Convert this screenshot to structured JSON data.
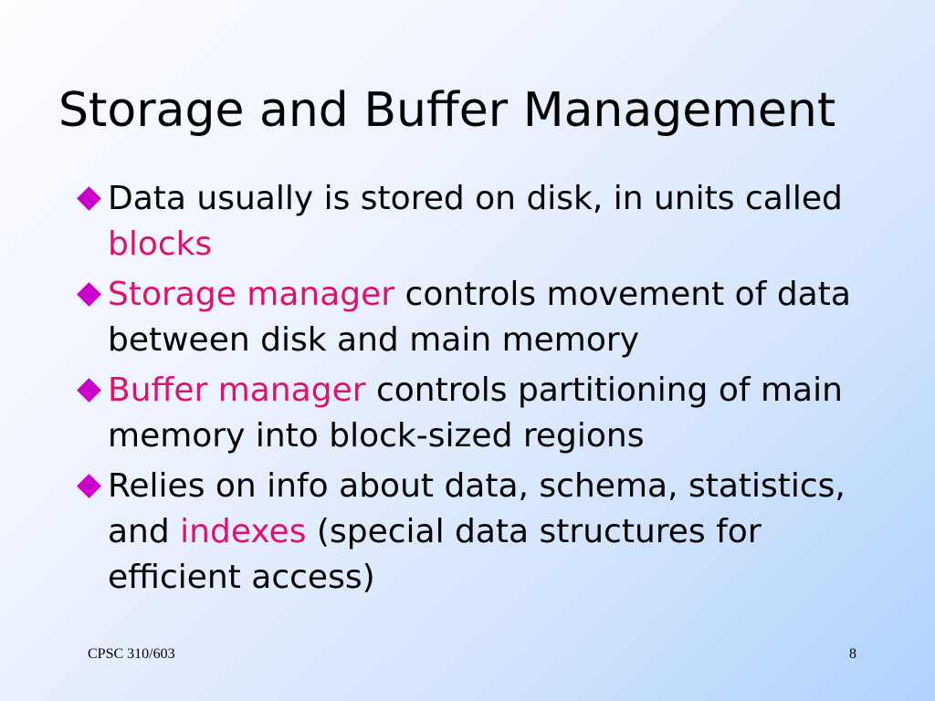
{
  "slide": {
    "title": "Storage and Buffer Management",
    "bullets": [
      {
        "segments": [
          {
            "text": "Data usually is stored on disk, in units called ",
            "highlight": false
          },
          {
            "text": "blocks",
            "highlight": true
          }
        ]
      },
      {
        "segments": [
          {
            "text": "Storage manager",
            "highlight": true
          },
          {
            "text": " controls movement of data between disk and main memory",
            "highlight": false
          }
        ]
      },
      {
        "segments": [
          {
            "text": "Buffer manager",
            "highlight": true
          },
          {
            "text": " controls partitioning of main memory into block-sized regions",
            "highlight": false
          }
        ]
      },
      {
        "segments": [
          {
            "text": "Relies on info about data, schema, statistics, and ",
            "highlight": false
          },
          {
            "text": "indexes",
            "highlight": true
          },
          {
            "text": " (special data structures for efficient access)",
            "highlight": false
          }
        ]
      }
    ],
    "footer": {
      "course": "CPSC 310/603",
      "page_number": "8"
    }
  },
  "colors": {
    "highlight": "#e0116e",
    "bullet": "#cc00cc",
    "background_start": "#fdfdff",
    "background_end": "#aed2fc"
  }
}
